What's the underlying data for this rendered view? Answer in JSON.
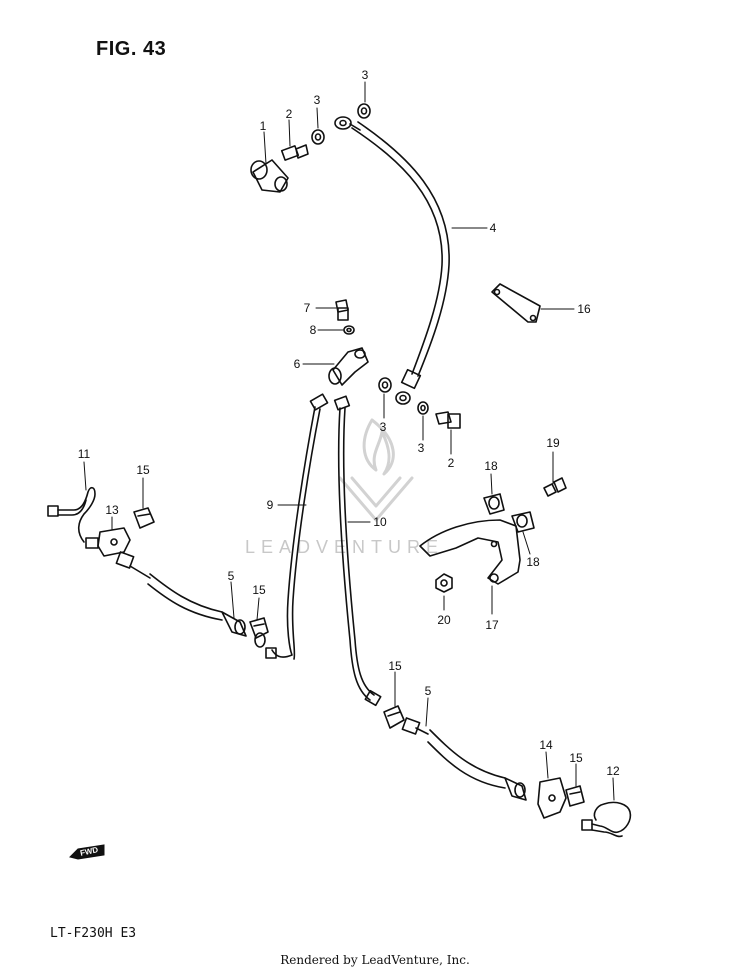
{
  "figure": {
    "title": "FIG. 43",
    "model_code": "LT-F230H  E3",
    "footer": "Rendered by LeadVenture, Inc.",
    "watermark": "LEADVENTURE",
    "fwd_label": "FWD"
  },
  "callouts": [
    {
      "id": "c1",
      "label": "1"
    },
    {
      "id": "c2a",
      "label": "2"
    },
    {
      "id": "c3a",
      "label": "3"
    },
    {
      "id": "c3b",
      "label": "3"
    },
    {
      "id": "c4",
      "label": "4"
    },
    {
      "id": "c16",
      "label": "16"
    },
    {
      "id": "c7",
      "label": "7"
    },
    {
      "id": "c8",
      "label": "8"
    },
    {
      "id": "c6",
      "label": "6"
    },
    {
      "id": "c3c",
      "label": "3"
    },
    {
      "id": "c3d",
      "label": "3"
    },
    {
      "id": "c2b",
      "label": "2"
    },
    {
      "id": "c19",
      "label": "19"
    },
    {
      "id": "c18a",
      "label": "18"
    },
    {
      "id": "c18b",
      "label": "18"
    },
    {
      "id": "c11",
      "label": "11"
    },
    {
      "id": "c15a",
      "label": "15"
    },
    {
      "id": "c13",
      "label": "13"
    },
    {
      "id": "c9",
      "label": "9"
    },
    {
      "id": "c10",
      "label": "10"
    },
    {
      "id": "c5a",
      "label": "5"
    },
    {
      "id": "c15b",
      "label": "15"
    },
    {
      "id": "c20",
      "label": "20"
    },
    {
      "id": "c17",
      "label": "17"
    },
    {
      "id": "c15c",
      "label": "15"
    },
    {
      "id": "c5b",
      "label": "5"
    },
    {
      "id": "c14",
      "label": "14"
    },
    {
      "id": "c15d",
      "label": "15"
    },
    {
      "id": "c12",
      "label": "12"
    }
  ]
}
